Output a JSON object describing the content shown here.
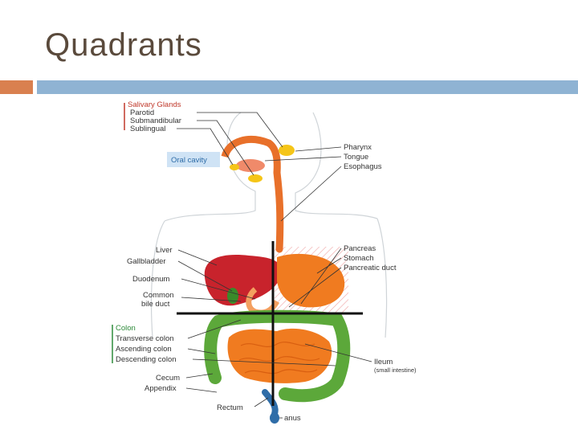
{
  "slide": {
    "title": "Quadrants",
    "colors": {
      "accent": "#d9804f",
      "bar": "#8fb3d3",
      "title": "#5a4a3c"
    }
  },
  "diagram": {
    "groups": {
      "salivary": "Salivary Glands",
      "colon": "Colon"
    },
    "labels": {
      "parotid": "Parotid",
      "submandibular": "Submandibular",
      "sublingual": "Sublingual",
      "oral_cavity": "Oral cavity",
      "pharynx": "Pharynx",
      "tongue": "Tongue",
      "esophagus": "Esophagus",
      "liver": "Liver",
      "gallbladder": "Gallbladder",
      "duodenum": "Duodenum",
      "common": "Common",
      "bile_duct": "bile duct",
      "pancreas": "Pancreas",
      "stomach": "Stomach",
      "pancreatic_duct": "Pancreatic duct",
      "transverse_colon": "Transverse colon",
      "ascending_colon": "Ascending colon",
      "descending_colon": "Descending colon",
      "cecum": "Cecum",
      "appendix": "Appendix",
      "ileum": "Ileum",
      "small_intestine": "(small intestine)",
      "rectum": "Rectum",
      "anus": "anus"
    }
  }
}
